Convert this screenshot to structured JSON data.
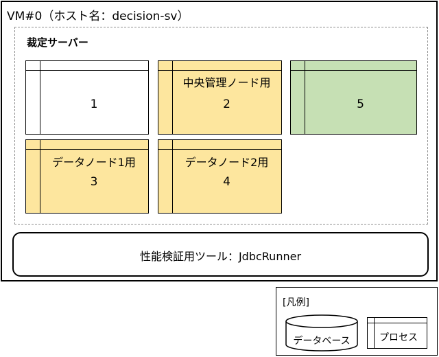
{
  "vm": {
    "title": "VM#0（ホスト名：decision-sv）"
  },
  "server_group": {
    "title": "裁定サーバー"
  },
  "processes": [
    {
      "number": "1",
      "label": "",
      "color": "#ffffff"
    },
    {
      "number": "2",
      "label": "中央管理ノード用",
      "color": "#fde69e"
    },
    {
      "number": "5",
      "label": "",
      "color": "#c6e0b4"
    },
    {
      "number": "3",
      "label": "データノード1用",
      "color": "#fde69e"
    },
    {
      "number": "4",
      "label": "データノード2用",
      "color": "#fde69e"
    }
  ],
  "tool": {
    "label": "性能検証用ツール：JdbcRunner"
  },
  "legend": {
    "title": "[凡例]",
    "database_label": "データベース",
    "process_label": "プロセス"
  }
}
